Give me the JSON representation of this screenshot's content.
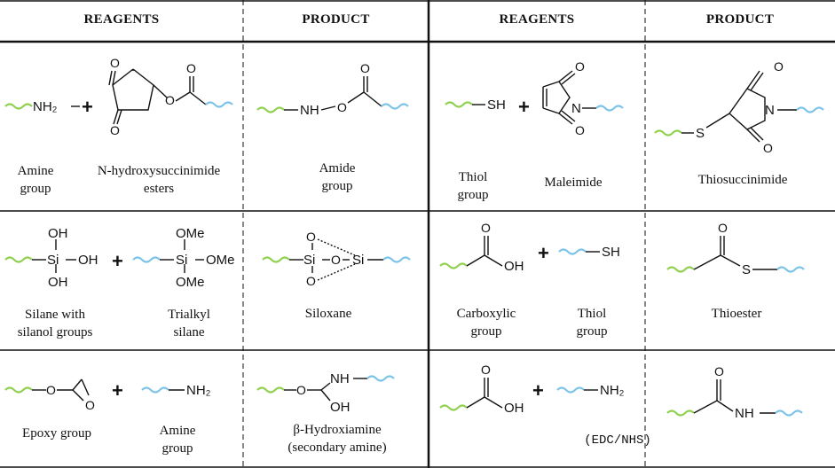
{
  "headers": [
    "REAGENTS",
    "PRODUCT",
    "REAGENTS",
    "PRODUCT"
  ],
  "atoms": {
    "nh2": "NH₂",
    "nh": "NH",
    "o": "O",
    "n": "N",
    "sh": "SH",
    "s": "S",
    "oh": "OH",
    "ome": "OMe",
    "si": "Si",
    "plus": "+"
  },
  "rows": [
    {
      "left_reagents": [
        "Amine\ngroup",
        "N-hydroxysuccinimide\nesters"
      ],
      "left_product": "Amide\ngroup",
      "right_reagents": [
        "Thiol\ngroup",
        "Maleimide"
      ],
      "right_product": "Thiosuccinimide"
    },
    {
      "left_reagents": [
        "Silane with\nsilanol groups",
        "Trialkyl\nsilane"
      ],
      "left_product": "Siloxane",
      "right_reagents": [
        "Carboxylic\ngroup",
        "Thiol\ngroup"
      ],
      "right_product": "Thioester"
    },
    {
      "left_reagents": [
        "Epoxy group",
        "Amine\ngroup"
      ],
      "left_product": "β-Hydroxiamine\n(secondary amine)",
      "right_reagents": [
        "(EDC/NHS)"
      ],
      "right_product": ""
    }
  ],
  "colors": {
    "green_chain": "#8fd14f",
    "blue_chain": "#7cc3e8",
    "line": "#111111"
  }
}
